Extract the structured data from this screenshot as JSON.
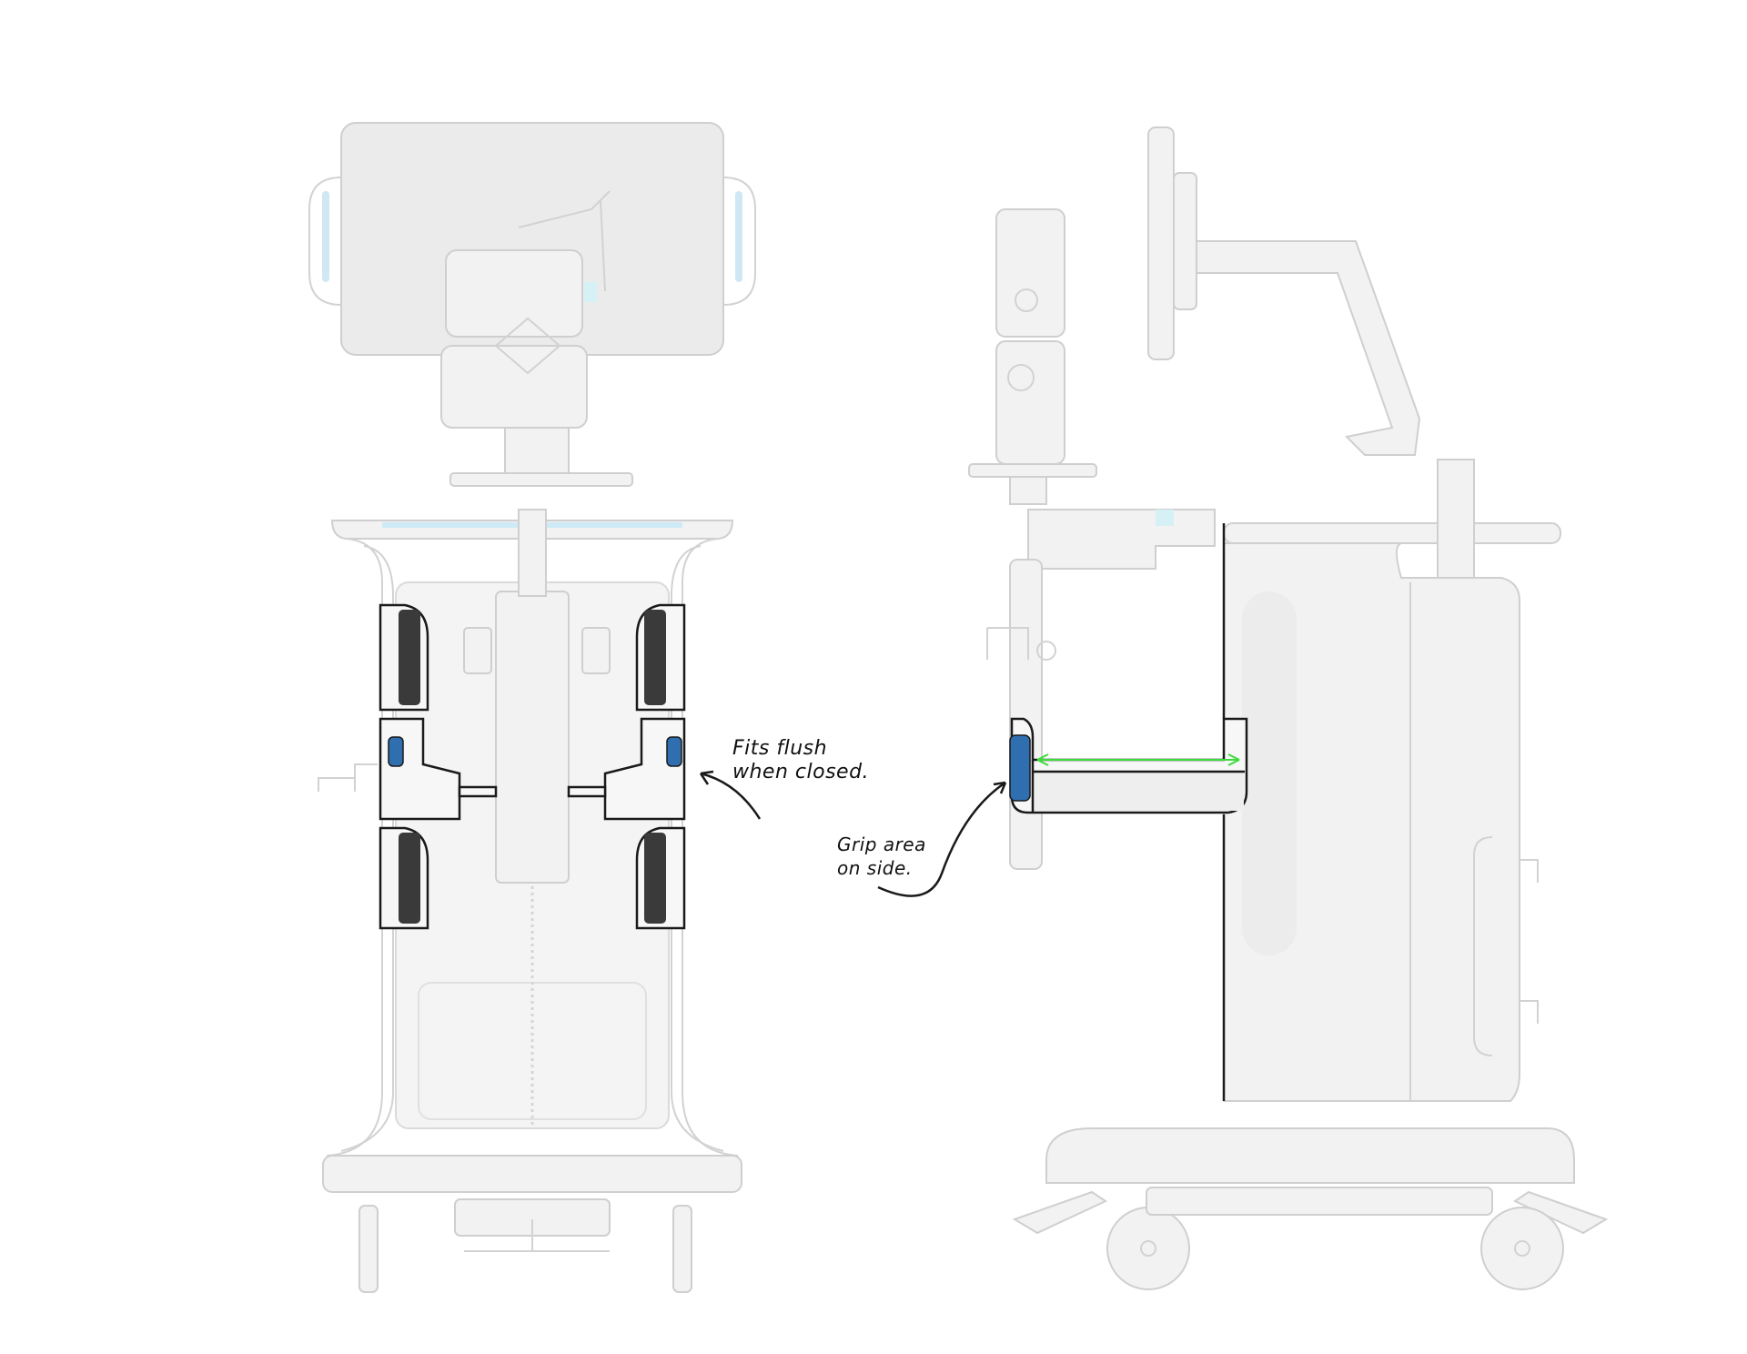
{
  "annotations": {
    "fits_flush": [
      "Fits flush",
      "when closed."
    ],
    "grip_area": [
      "Grip area",
      "on side."
    ]
  },
  "colors": {
    "accent_blue": "#2f6fb0",
    "dark_pad": "#3a3a3a",
    "arrow_green": "#3ddc3d",
    "ghost_grey": "#d0d0d0",
    "light_cyan": "#bfe9f5"
  }
}
